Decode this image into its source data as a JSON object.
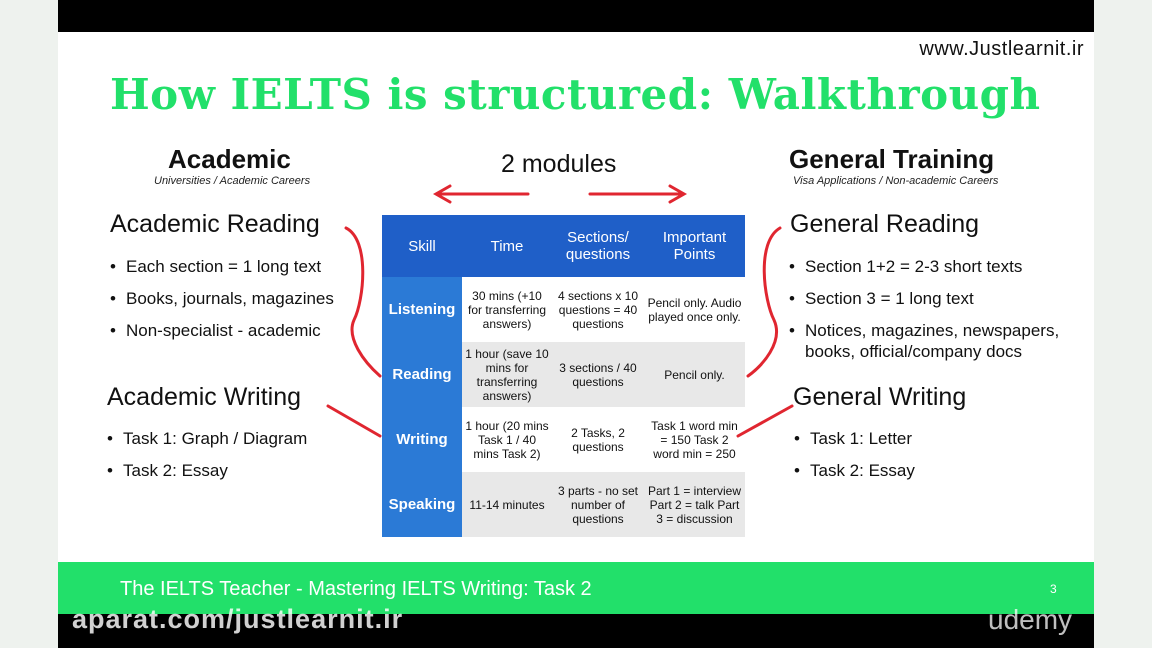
{
  "site_url": "www.Justlearnit.ir",
  "title": "How IELTS is structured: Walkthrough",
  "modules_label": "2 modules",
  "academic": {
    "heading": "Academic",
    "subheading": "Universities / Academic Careers",
    "reading_title": "Academic Reading",
    "reading_items": [
      "Each section = 1 long text",
      "Books, journals, magazines",
      "Non-specialist - academic"
    ],
    "writing_title": "Academic Writing",
    "writing_items": [
      "Task 1: Graph / Diagram",
      "Task 2: Essay"
    ]
  },
  "general": {
    "heading": "General Training",
    "subheading": "Visa Applications / Non-academic Careers",
    "reading_title": "General Reading",
    "reading_items": [
      "Section 1+2 = 2-3 short texts",
      "Section 3 = 1 long text",
      "Notices, magazines, newspapers, books, official/company docs"
    ],
    "writing_title": "General Writing",
    "writing_items": [
      "Task 1: Letter",
      "Task 2: Essay"
    ]
  },
  "table": {
    "headers": [
      "Skill",
      "Time",
      "Sections/ questions",
      "Important Points"
    ],
    "rows": [
      [
        "Listening",
        "30 mins (+10 for transferring answers)",
        "4 sections x 10 questions = 40 questions",
        "Pencil only. Audio played once only."
      ],
      [
        "Reading",
        "1 hour (save 10 mins for transferring answers)",
        "3 sections / 40 questions",
        "Pencil only."
      ],
      [
        "Writing",
        "1 hour (20 mins Task 1 / 40 mins Task 2)",
        "2 Tasks, 2 questions",
        "Task 1 word min = 150 Task 2 word min = 250"
      ],
      [
        "Speaking",
        "11-14 minutes",
        "3 parts - no set number of questions",
        "Part 1 = interview Part 2 = talk Part 3 = discussion"
      ]
    ]
  },
  "footer": {
    "text": "The IELTS Teacher - Mastering IELTS Writing: Task 2",
    "page_number": "3"
  },
  "watermarks": {
    "left": "aparat.com/justlearnit.ir",
    "right": "udemy"
  },
  "colors": {
    "title_green": "#22e06a",
    "table_header_blue": "#1f5fc8",
    "skill_blue": "#2b7ad6",
    "arrow_red": "#e02630"
  }
}
